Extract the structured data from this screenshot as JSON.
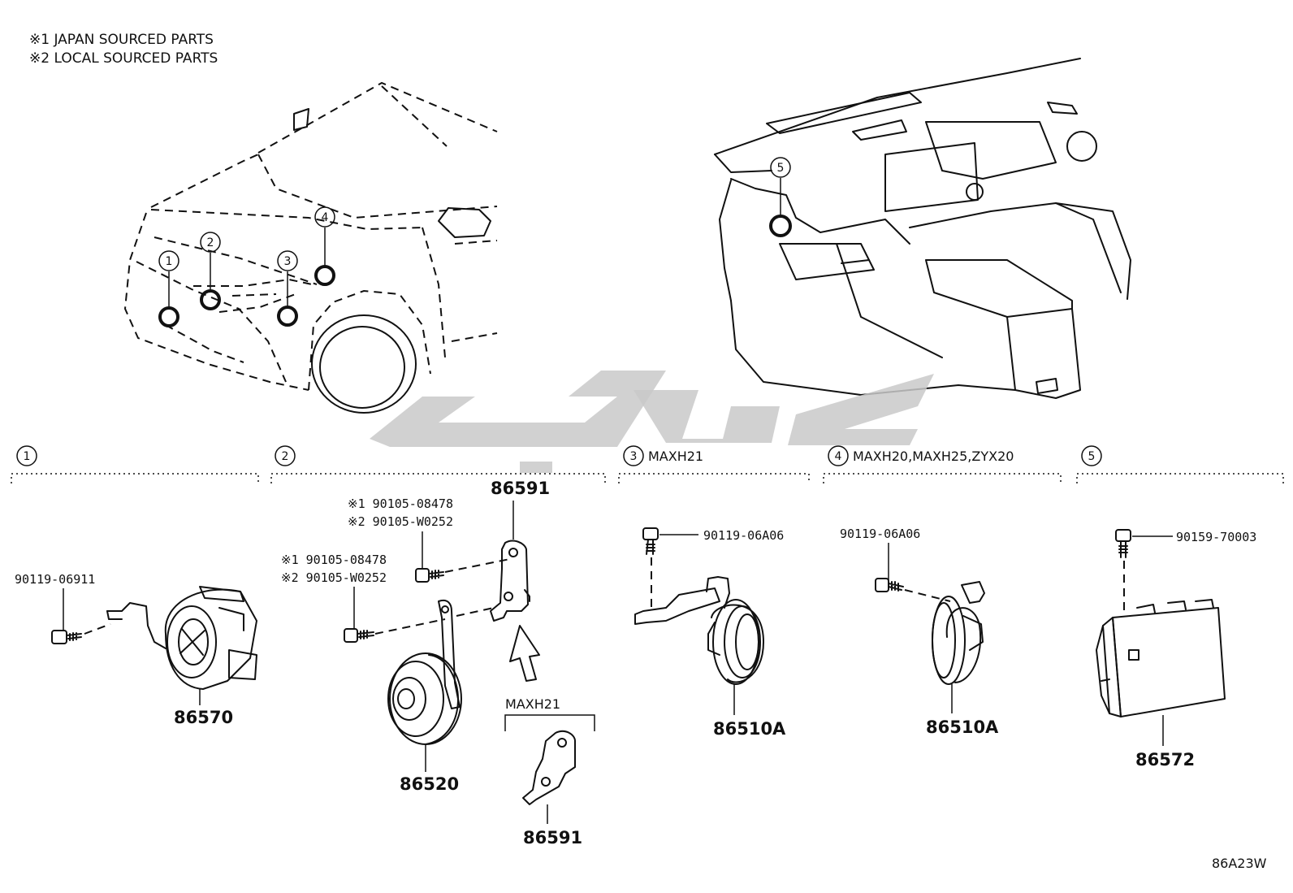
{
  "notes": [
    "※1 JAPAN SOURCED PARTS",
    "※2 LOCAL SOURCED PARTS"
  ],
  "diagram_code": "86A23W",
  "locator_numbers": [
    "1",
    "2",
    "3",
    "4",
    "5"
  ],
  "sections": [
    {
      "number": "1",
      "label": ""
    },
    {
      "number": "2",
      "label": ""
    },
    {
      "number": "3",
      "label": "MAXH21"
    },
    {
      "number": "4",
      "label": "MAXH20,MAXH25,ZYX20"
    },
    {
      "number": "5",
      "label": ""
    }
  ],
  "section1": {
    "bolt": "90119-06911",
    "part": "86570"
  },
  "section2": {
    "bolt_a_1": "※1 90105-08478",
    "bolt_a_2": "※2 90105-W0252",
    "bolt_b_1": "※1 90105-08478",
    "bolt_b_2": "※2 90105-W0252",
    "bracket": "86591",
    "horn": "86520",
    "sub_label": "MAXH21",
    "sub_part": "86591"
  },
  "section3": {
    "bolt": "90119-06A06",
    "part": "86510A"
  },
  "section4": {
    "bolt": "90119-06A06",
    "part": "86510A"
  },
  "section5": {
    "bolt": "90159-70003",
    "part": "86572"
  }
}
